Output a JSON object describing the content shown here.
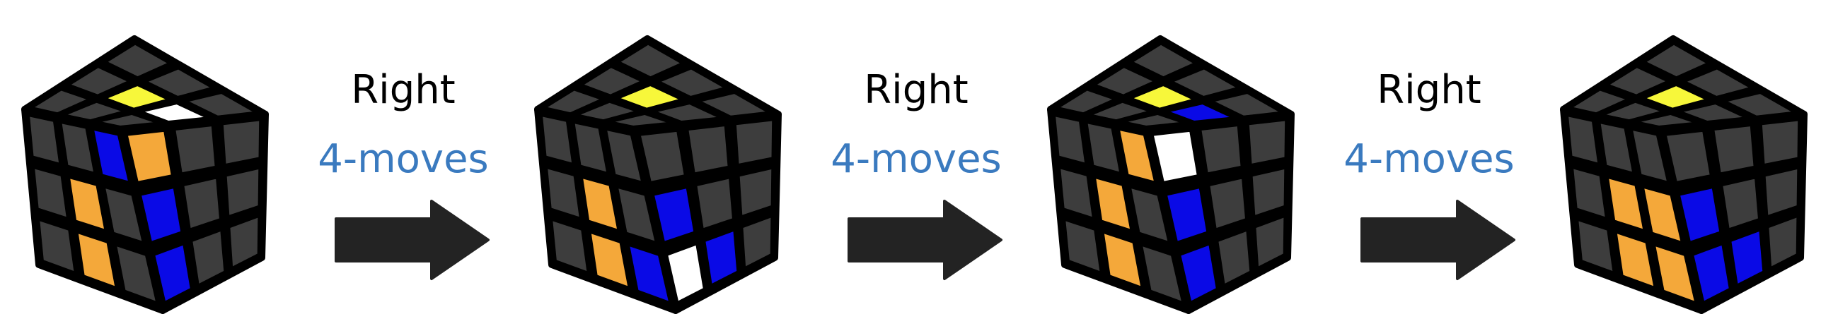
{
  "colors": {
    "dark": "#3d3d3d",
    "yellow": "#f7f73a",
    "white": "#ffffff",
    "blue": "#0a0ae6",
    "orange": "#f4a83a",
    "arrow": "#232323",
    "move_count_text": "#3a7abf",
    "outline": "#000000"
  },
  "steps": [
    {
      "label": "Right",
      "moves": "4-moves"
    },
    {
      "label": "Right",
      "moves": "4-moves"
    },
    {
      "label": "Right",
      "moves": "4-moves"
    }
  ],
  "cubes": [
    {
      "top": [
        "dark",
        "dark",
        "dark",
        "dark",
        "yellow",
        "dark",
        "dark",
        "white",
        "dark"
      ],
      "front": [
        "dark",
        "dark",
        "blue",
        "dark",
        "orange",
        "dark",
        "dark",
        "orange",
        "dark"
      ],
      "right": [
        "orange",
        "dark",
        "dark",
        "blue",
        "dark",
        "dark",
        "blue",
        "dark",
        "dark"
      ]
    },
    {
      "top": [
        "dark",
        "dark",
        "dark",
        "dark",
        "yellow",
        "dark",
        "dark",
        "dark",
        "dark"
      ],
      "front": [
        "dark",
        "dark",
        "dark",
        "dark",
        "orange",
        "dark",
        "dark",
        "orange",
        "blue"
      ],
      "right": [
        "dark",
        "dark",
        "dark",
        "blue",
        "dark",
        "dark",
        "white",
        "blue",
        "dark"
      ]
    },
    {
      "top": [
        "dark",
        "dark",
        "dark",
        "dark",
        "yellow",
        "dark",
        "dark",
        "blue",
        "dark"
      ],
      "front": [
        "dark",
        "dark",
        "orange",
        "dark",
        "orange",
        "dark",
        "dark",
        "orange",
        "dark"
      ],
      "right": [
        "white",
        "dark",
        "dark",
        "blue",
        "dark",
        "dark",
        "blue",
        "dark",
        "dark"
      ]
    },
    {
      "top": [
        "dark",
        "dark",
        "dark",
        "dark",
        "yellow",
        "dark",
        "dark",
        "dark",
        "dark"
      ],
      "front": [
        "dark",
        "dark",
        "dark",
        "dark",
        "orange",
        "orange",
        "dark",
        "orange",
        "orange"
      ],
      "right": [
        "dark",
        "dark",
        "dark",
        "blue",
        "dark",
        "dark",
        "blue",
        "blue",
        "dark"
      ]
    }
  ]
}
